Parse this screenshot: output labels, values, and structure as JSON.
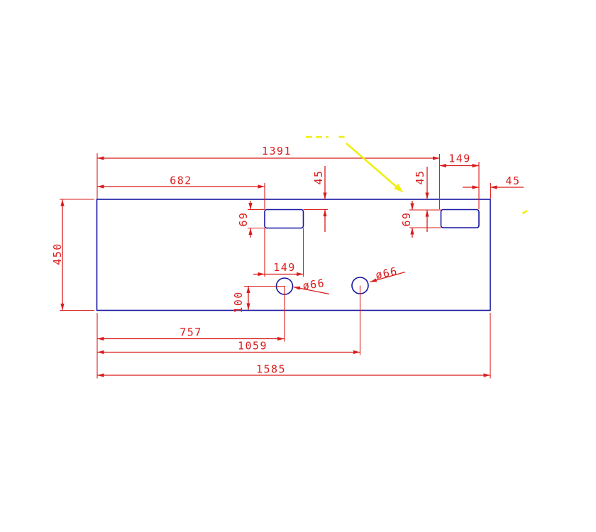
{
  "theme": {
    "background": "#ffffff",
    "geometry": "#1616A0",
    "dimension": "#DB1B1B",
    "highlight": "#EFEF10"
  },
  "labels": {
    "overall_length": "1585",
    "right_slot_position": "1391",
    "left_slot_position": "682",
    "plate_height": "450",
    "right_slot_width": "149",
    "left_slot_width": "149",
    "right_edge_gap": "45",
    "left_slot_top_gap": "45",
    "right_slot_top_gap": "45",
    "left_slot_height": "69",
    "right_slot_height": "69",
    "hole_bottom_offset": "100",
    "hole1_position": "757",
    "hole2_position": "1059",
    "hole1_diameter": "ø66",
    "hole2_diameter": "ø66"
  }
}
